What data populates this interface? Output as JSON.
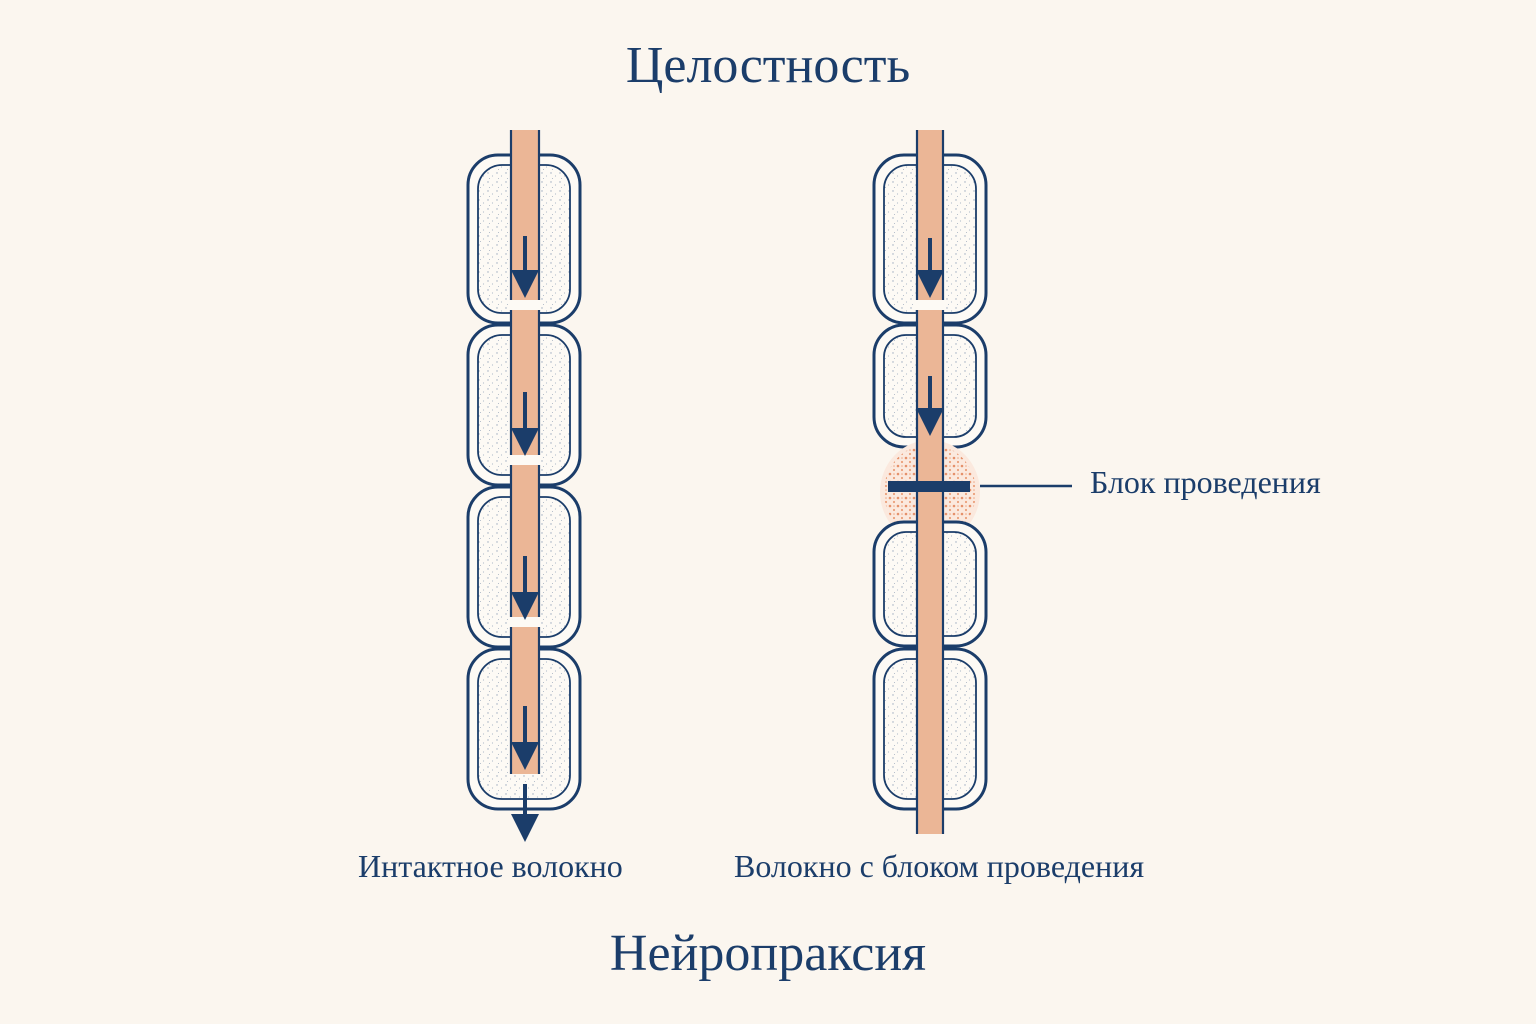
{
  "header": {
    "title": "Целостность"
  },
  "footer": {
    "title": "Нейропраксия"
  },
  "panels": {
    "intact": {
      "caption": "Интактное волокно"
    },
    "blocked": {
      "caption": "Волокно с блоком проведения",
      "callout": "Блок проведения"
    }
  },
  "colors": {
    "background": "#fbf6ef",
    "navy": "#1b3d6a",
    "axon": "#ebb696",
    "myelin": "#fdfaf5",
    "lesion": "#e3875e"
  }
}
